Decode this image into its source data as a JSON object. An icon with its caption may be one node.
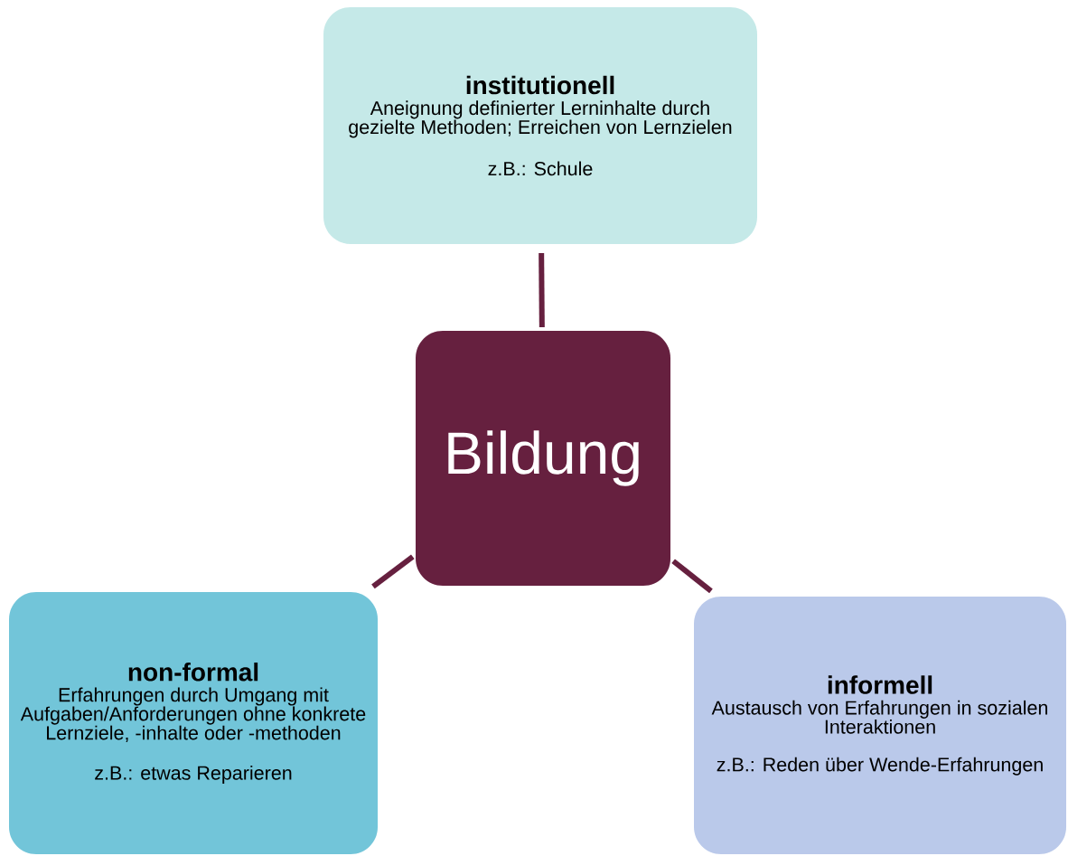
{
  "diagram": {
    "nodes": [
      {
        "text": [
          "institutionell",
          "Aneignung definierter Lerninhalte durch gezielte Methoden; Erreichen von Lernzielen",
          "z.B.: Schule"
        ]
      },
      {
        "text": [
          "Bildung"
        ]
      },
      {
        "text": [
          "non-formal",
          "Erfahrungen durch Umgang mit Aufgaben/Anforderungen ohne konkrete Lernziele, -inhalte oder -methoden",
          "z.B.: etwas Reparieren"
        ]
      },
      {
        "text": [
          "informell",
          "Austausch von Erfahrungen in sozialen Interaktionen",
          "z.B.: Reden über Wende-Erfahrungen"
        ]
      }
    ],
    "edges": [
      {
        "from": 1,
        "to": 0,
        "arrow": "none"
      },
      {
        "from": 1,
        "to": 2,
        "arrow": "none"
      },
      {
        "from": 1,
        "to": 3,
        "arrow": "none"
      }
    ]
  }
}
